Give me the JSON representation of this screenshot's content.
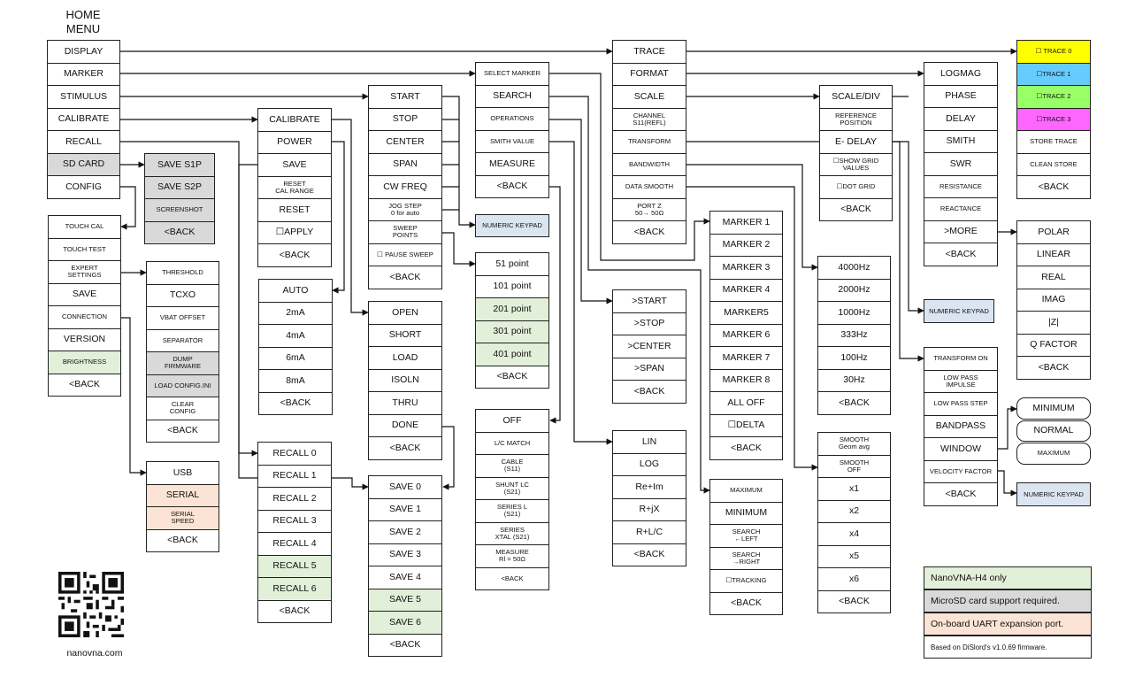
{
  "home_title": "HOME\nMENU",
  "columns": [
    {
      "id": "home",
      "items": [
        {
          "label": "DISPLAY"
        },
        {
          "label": "MARKER"
        },
        {
          "label": "STIMULUS"
        },
        {
          "label": "CALIBRATE"
        },
        {
          "label": "RECALL"
        },
        {
          "label": "SD CARD",
          "bg": "gray"
        },
        {
          "label": "CONFIG"
        }
      ]
    },
    {
      "id": "sdcard",
      "items": [
        {
          "label": "SAVE S1P",
          "bg": "gray"
        },
        {
          "label": "SAVE S2P",
          "bg": "gray"
        },
        {
          "label": "SCREENSHOT",
          "bg": "gray",
          "small": true
        },
        {
          "label": "<BACK",
          "bg": "gray"
        }
      ]
    },
    {
      "id": "config",
      "items": [
        {
          "label": "TOUCH CAL",
          "small": true
        },
        {
          "label": "TOUCH TEST",
          "small": true
        },
        {
          "label": "EXPERT\nSETTINGS",
          "small": true
        },
        {
          "label": "SAVE"
        },
        {
          "label": "CONNECTION",
          "small": true
        },
        {
          "label": "VERSION"
        },
        {
          "label": "BRIGHTNESS",
          "bg": "green",
          "small": true
        },
        {
          "label": "<BACK"
        }
      ]
    },
    {
      "id": "expert",
      "items": [
        {
          "label": "THRESHOLD",
          "small": true
        },
        {
          "label": "TCXO"
        },
        {
          "label": "VBAT OFFSET",
          "small": true
        },
        {
          "label": "SEPARATOR",
          "small": true
        },
        {
          "label": "DUMP\nFIRMWARE",
          "bg": "gray",
          "small": true
        },
        {
          "label": "LOAD CONFIG.INI",
          "bg": "gray",
          "small": true
        },
        {
          "label": "CLEAR\nCONFIG",
          "small": true
        },
        {
          "label": "<BACK"
        }
      ]
    },
    {
      "id": "connection",
      "items": [
        {
          "label": "USB"
        },
        {
          "label": "SERIAL",
          "bg": "peach"
        },
        {
          "label": "SERIAL\nSPEED",
          "bg": "peach",
          "small": true
        },
        {
          "label": "<BACK"
        }
      ]
    },
    {
      "id": "calibrate",
      "items": [
        {
          "label": "CALIBRATE"
        },
        {
          "label": "POWER"
        },
        {
          "label": "SAVE"
        },
        {
          "label": "RESET\nCAL RANGE",
          "small": true
        },
        {
          "label": "RESET"
        },
        {
          "label": "☐APPLY"
        },
        {
          "label": "<BACK"
        }
      ]
    },
    {
      "id": "power",
      "items": [
        {
          "label": "AUTO"
        },
        {
          "label": "2mA"
        },
        {
          "label": "4mA"
        },
        {
          "label": "6mA"
        },
        {
          "label": "8mA"
        },
        {
          "label": "<BACK"
        }
      ]
    },
    {
      "id": "recall",
      "items": [
        {
          "label": "RECALL 0"
        },
        {
          "label": "RECALL 1"
        },
        {
          "label": "RECALL 2"
        },
        {
          "label": "RECALL 3"
        },
        {
          "label": "RECALL 4"
        },
        {
          "label": "RECALL 5",
          "bg": "green"
        },
        {
          "label": "RECALL 6",
          "bg": "green"
        },
        {
          "label": "<BACK"
        }
      ]
    },
    {
      "id": "stimulus",
      "items": [
        {
          "label": "START"
        },
        {
          "label": "STOP"
        },
        {
          "label": "CENTER"
        },
        {
          "label": "SPAN"
        },
        {
          "label": "CW FREQ"
        },
        {
          "label": "JOG STEP\n0 for auto",
          "small": true
        },
        {
          "label": "SWEEP\nPOINTS",
          "small": true
        },
        {
          "label": "☐ PAUSE SWEEP",
          "small": true
        },
        {
          "label": "<BACK"
        }
      ]
    },
    {
      "id": "calsteps",
      "items": [
        {
          "label": "OPEN"
        },
        {
          "label": "SHORT"
        },
        {
          "label": "LOAD"
        },
        {
          "label": "ISOLN"
        },
        {
          "label": "THRU"
        },
        {
          "label": "DONE"
        },
        {
          "label": "<BACK"
        }
      ]
    },
    {
      "id": "save",
      "items": [
        {
          "label": "SAVE 0"
        },
        {
          "label": "SAVE 1"
        },
        {
          "label": "SAVE 2"
        },
        {
          "label": "SAVE 3"
        },
        {
          "label": "SAVE 4"
        },
        {
          "label": "SAVE 5",
          "bg": "green"
        },
        {
          "label": "SAVE 6",
          "bg": "green"
        },
        {
          "label": "<BACK"
        }
      ]
    },
    {
      "id": "marker",
      "items": [
        {
          "label": "SELECT MARKER",
          "small": true
        },
        {
          "label": "SEARCH"
        },
        {
          "label": "OPERATIONS",
          "small": true
        },
        {
          "label": "SMITH VALUE",
          "small": true
        },
        {
          "label": "MEASURE"
        },
        {
          "label": "<BACK"
        }
      ]
    },
    {
      "id": "keypad1",
      "items": [
        {
          "label": "NUMERIC KEYPAD",
          "bg": "blue",
          "small": true
        }
      ]
    },
    {
      "id": "points",
      "items": [
        {
          "label": "51 point"
        },
        {
          "label": "101 point"
        },
        {
          "label": "201 point",
          "bg": "green"
        },
        {
          "label": "301 point",
          "bg": "green"
        },
        {
          "label": "401 point",
          "bg": "green"
        },
        {
          "label": "<BACK"
        }
      ]
    },
    {
      "id": "measure",
      "items": [
        {
          "label": "OFF"
        },
        {
          "label": "L/C MATCH",
          "small": true
        },
        {
          "label": "CABLE\n(S11)",
          "small": true
        },
        {
          "label": "SHUNT LC\n(S21)",
          "small": true
        },
        {
          "label": "SERIES L\n(S21)",
          "small": true
        },
        {
          "label": "SERIES\nXTAL (S21)",
          "small": true
        },
        {
          "label": "MEASURE\nRl = 50Ω",
          "small": true
        },
        {
          "label": "<BACK",
          "small": true
        }
      ]
    },
    {
      "id": "operations",
      "items": [
        {
          "label": ">START"
        },
        {
          "label": ">STOP"
        },
        {
          "label": ">CENTER"
        },
        {
          "label": ">SPAN"
        },
        {
          "label": "<BACK"
        }
      ]
    },
    {
      "id": "smith",
      "items": [
        {
          "label": "LIN"
        },
        {
          "label": "LOG"
        },
        {
          "label": "Re+Im"
        },
        {
          "label": "R+jX"
        },
        {
          "label": "R+L/C"
        },
        {
          "label": "<BACK"
        }
      ]
    },
    {
      "id": "display",
      "items": [
        {
          "label": "TRACE"
        },
        {
          "label": "FORMAT"
        },
        {
          "label": "SCALE"
        },
        {
          "label": "CHANNEL\nS11(REFL)",
          "small": true
        },
        {
          "label": "TRANSFORM",
          "small": true
        },
        {
          "label": "BANDWIDTH",
          "small": true
        },
        {
          "label": "DATA SMOOTH",
          "small": true
        },
        {
          "label": "PORT Z\n50→ 50Ω",
          "small": true
        },
        {
          "label": "<BACK"
        }
      ]
    },
    {
      "id": "selmarker",
      "items": [
        {
          "label": "MARKER 1"
        },
        {
          "label": "MARKER 2"
        },
        {
          "label": "MARKER 3"
        },
        {
          "label": "MARKER 4"
        },
        {
          "label": "MARKER5"
        },
        {
          "label": "MARKER 6"
        },
        {
          "label": "MARKER 7"
        },
        {
          "label": "MARKER 8"
        },
        {
          "label": "ALL OFF"
        },
        {
          "label": "☐DELTA"
        },
        {
          "label": "<BACK"
        }
      ]
    },
    {
      "id": "search",
      "items": [
        {
          "label": "MAXIMUM",
          "small": true
        },
        {
          "label": "MINIMUM"
        },
        {
          "label": "SEARCH\n←LEFT",
          "small": true
        },
        {
          "label": "SEARCH\n→RIGHT",
          "small": true
        },
        {
          "label": "☐TRACKING",
          "small": true
        },
        {
          "label": "<BACK"
        }
      ]
    },
    {
      "id": "scale",
      "items": [
        {
          "label": "SCALE/DIV"
        },
        {
          "label": "REFERENCE\nPOSITION",
          "small": true
        },
        {
          "label": "E- DELAY"
        },
        {
          "label": "☐SHOW GRID\nVALUES",
          "small": true
        },
        {
          "label": "☐DOT GRID",
          "small": true
        },
        {
          "label": "<BACK"
        }
      ]
    },
    {
      "id": "bandwidth",
      "items": [
        {
          "label": "4000Hz"
        },
        {
          "label": "2000Hz"
        },
        {
          "label": "1000Hz"
        },
        {
          "label": "333Hz"
        },
        {
          "label": "100Hz"
        },
        {
          "label": "30Hz"
        },
        {
          "label": "<BACK"
        }
      ]
    },
    {
      "id": "smooth",
      "items": [
        {
          "label": "SMOOTH\nGeom avg",
          "small": true
        },
        {
          "label": "SMOOTH\nOFF",
          "small": true
        },
        {
          "label": "x1"
        },
        {
          "label": "x2"
        },
        {
          "label": "x4"
        },
        {
          "label": "x5"
        },
        {
          "label": "x6"
        },
        {
          "label": "<BACK"
        }
      ]
    },
    {
      "id": "keypad2",
      "items": [
        {
          "label": "NUMERIC KEYPAD",
          "bg": "blue",
          "small": true
        }
      ]
    },
    {
      "id": "format",
      "items": [
        {
          "label": "LOGMAG"
        },
        {
          "label": "PHASE"
        },
        {
          "label": "DELAY"
        },
        {
          "label": "SMITH"
        },
        {
          "label": "SWR"
        },
        {
          "label": "RESISTANCE",
          "small": true
        },
        {
          "label": "REACTANCE",
          "small": true
        },
        {
          "label": ">MORE"
        },
        {
          "label": "<BACK"
        }
      ]
    },
    {
      "id": "transform",
      "items": [
        {
          "label": "TRANSFORM ON",
          "small": true
        },
        {
          "label": "LOW PASS\nIMPULSE",
          "small": true
        },
        {
          "label": "LOW PASS STEP",
          "small": true
        },
        {
          "label": "BANDPASS"
        },
        {
          "label": "WINDOW"
        },
        {
          "label": "VELOCITY FACTOR",
          "small": true
        },
        {
          "label": "<BACK"
        }
      ]
    },
    {
      "id": "window",
      "items": [
        {
          "label": "MINIMUM"
        },
        {
          "label": "NORMAL"
        },
        {
          "label": "MAXIMUM",
          "small": true
        }
      ]
    },
    {
      "id": "keypad3",
      "items": [
        {
          "label": "NUMERIC KEYPAD",
          "bg": "blue",
          "small": true
        }
      ]
    },
    {
      "id": "trace",
      "items": [
        {
          "label": "☐ TRACE 0",
          "bg": "yellow",
          "small": true
        },
        {
          "label": "☐TRACE 1",
          "bg": "cyan",
          "small": true
        },
        {
          "label": "☐TRACE 2",
          "bg": "lime",
          "small": true
        },
        {
          "label": "☐TRACE 3",
          "bg": "magenta",
          "small": true
        },
        {
          "label": "STORE TRACE",
          "small": true
        },
        {
          "label": "CLEAN STORE",
          "small": true
        },
        {
          "label": "<BACK"
        }
      ]
    },
    {
      "id": "more",
      "items": [
        {
          "label": "POLAR"
        },
        {
          "label": "LINEAR"
        },
        {
          "label": "REAL"
        },
        {
          "label": "IMAG"
        },
        {
          "label": "|Z|"
        },
        {
          "label": "Q FACTOR"
        },
        {
          "label": "<BACK"
        }
      ]
    }
  ],
  "legend": [
    {
      "label": "NanoVNA-H4 only",
      "bg": "green"
    },
    {
      "label": "MicroSD card support required.",
      "bg": "gray"
    },
    {
      "label": "On-board UART expansion port.",
      "bg": "peach"
    },
    {
      "label": "Based on DiSlord's v1.0.69 firmware.",
      "bg": "white"
    }
  ],
  "site": "nanovna.com",
  "colors": {
    "gray": "#d9d9d9",
    "green": "#e2efd9",
    "peach": "#fbe4d5",
    "blue": "#dbe5f1",
    "yellow": "#ffff00",
    "cyan": "#66ccff",
    "lime": "#99ff66",
    "magenta": "#ff66ff"
  }
}
